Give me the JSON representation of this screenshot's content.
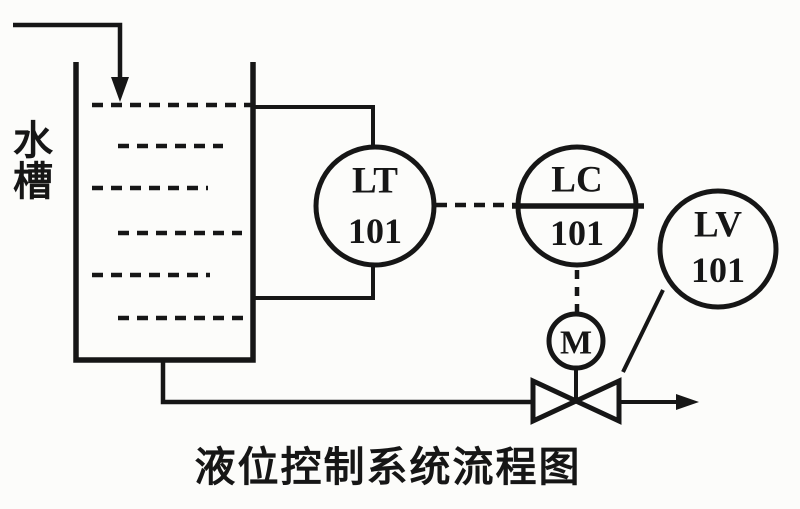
{
  "colors": {
    "ink": "#161616",
    "paper": "#fcfcfa"
  },
  "diagram": {
    "title": "液位控制系统流程图",
    "tank": {
      "label": "水槽",
      "label_char_1": "水",
      "label_char_2": "槽",
      "water_level_lines": 6
    },
    "instruments": {
      "level_transmitter": {
        "tag": "LT",
        "number": "101"
      },
      "level_controller": {
        "tag": "LC",
        "number": "101"
      },
      "level_valve": {
        "tag": "LV",
        "number": "101"
      },
      "valve_motor": {
        "tag": "M"
      }
    }
  }
}
